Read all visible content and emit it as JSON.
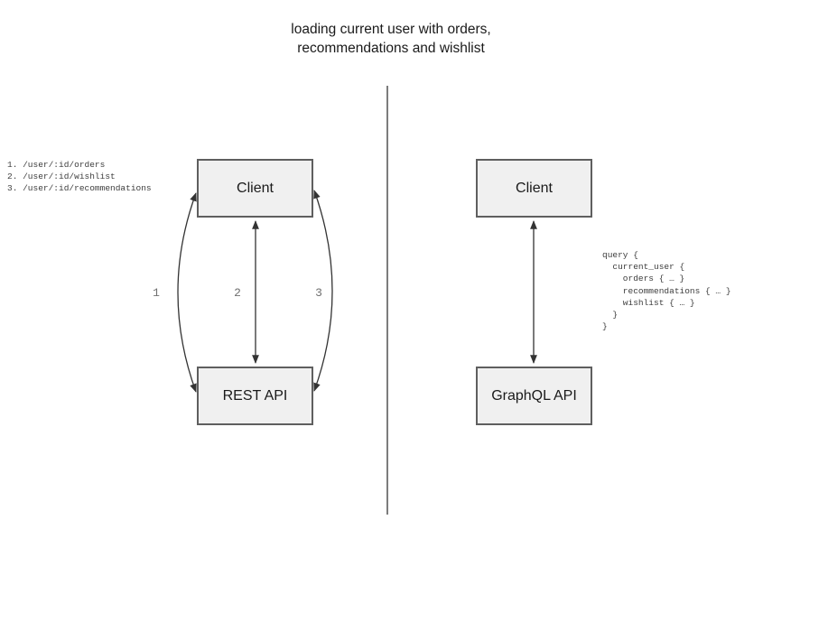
{
  "title": {
    "line1": "loading current user with orders,",
    "line2": "recommendations and wishlist"
  },
  "colors": {
    "box_fill": "#f0f0f0",
    "box_border": "#5f5f5f",
    "arrow": "#333333",
    "divider": "#6e6e6e",
    "code_text": "#3d3d3d",
    "edge_label_text": "#707070"
  },
  "rest_panel": {
    "client_label": "Client",
    "api_label": "REST API",
    "endpoints": [
      "1. /user/:id/orders",
      "2. /user/:id/wishlist",
      "3. /user/:id/recommendations"
    ],
    "edge_labels": [
      "1",
      "2",
      "3"
    ]
  },
  "graphql_panel": {
    "client_label": "Client",
    "api_label": "GraphQL API",
    "query_lines": [
      "query {",
      "  current_user {",
      "    orders { … }",
      "    recommendations { … }",
      "    wishlist { … }",
      "  }",
      "}"
    ]
  }
}
